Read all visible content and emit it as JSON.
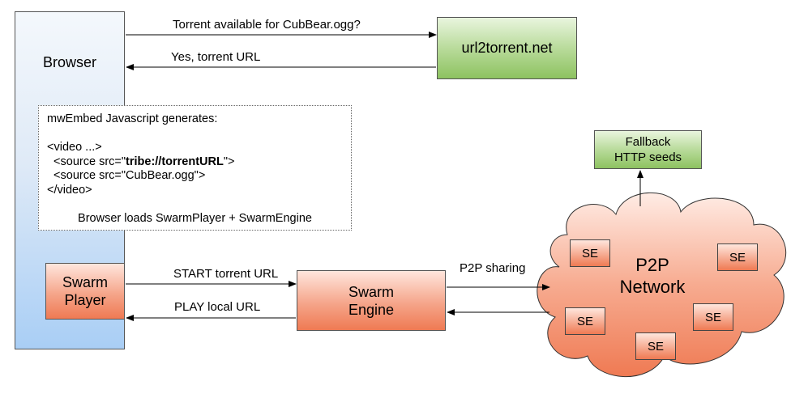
{
  "browser": {
    "label": "Browser"
  },
  "url2torrent": {
    "label": "url2torrent.net"
  },
  "requests": {
    "query": "Torrent available for CubBear.ogg?",
    "reply": "Yes, torrent URL",
    "start": "START torrent URL",
    "play": "PLAY local URL",
    "p2p_sharing": "P2P sharing"
  },
  "code": {
    "line1": "mwEmbed Javascript generates:",
    "line2": "<video ...>",
    "line3_pre": "  <source src=\"",
    "line3_bold": "tribe://torrentURL",
    "line3_post": "\">",
    "line4": "  <source src=\"CubBear.ogg\">",
    "line5": "</video>",
    "caption": "Browser loads SwarmPlayer + SwarmEngine"
  },
  "swarm_player": {
    "line1": "Swarm",
    "line2": "Player"
  },
  "swarm_engine": {
    "line1": "Swarm",
    "line2": "Engine"
  },
  "fallback": {
    "line1": "Fallback",
    "line2": "HTTP seeds"
  },
  "network": {
    "line1": "P2P",
    "line2": "Network",
    "nodes": [
      "SE",
      "SE",
      "SE",
      "SE",
      "SE"
    ]
  },
  "colors": {
    "orange": "#ef7a53",
    "green": "#8dc260",
    "browser_blue": "#a9cef5"
  }
}
